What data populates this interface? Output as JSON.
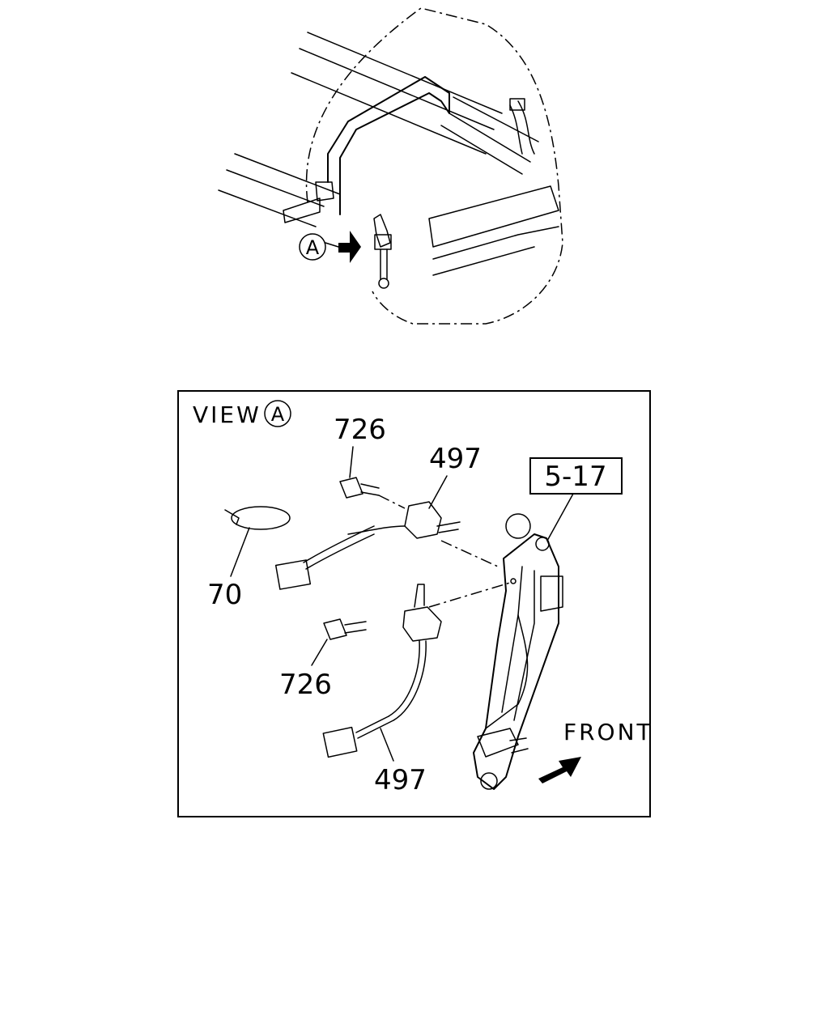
{
  "overview": {
    "view_marker": "A"
  },
  "detail": {
    "view_title": "VIEW",
    "view_marker": "A",
    "front_label": "FRONT",
    "callouts": {
      "bolt_upper": "726",
      "bolt_lower": "726",
      "switch_upper": "497",
      "switch_lower": "497",
      "tie": "70",
      "ref_box": "5-17"
    }
  }
}
